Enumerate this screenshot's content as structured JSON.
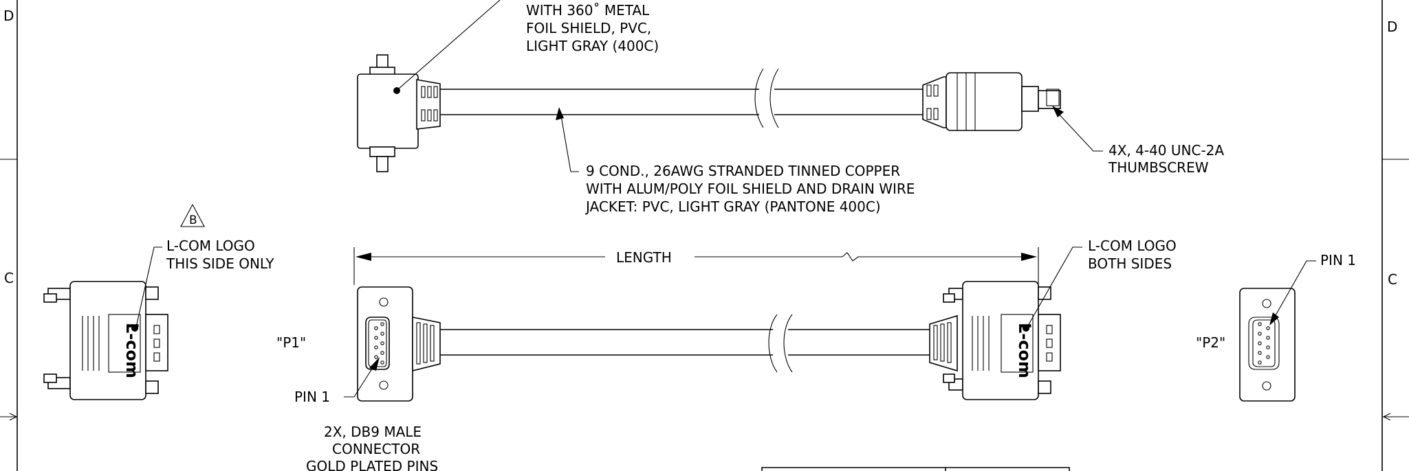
{
  "zones": {
    "left_top": "D",
    "left_bottom": "C",
    "right_top": "D",
    "right_bottom": "C"
  },
  "notes": {
    "jacket_line1": "WITH 360˚ METAL",
    "jacket_line2": "FOIL SHIELD, PVC,",
    "jacket_line3": "LIGHT GRAY (400C)",
    "cable_line1": "9 COND., 26AWG STRANDED TINNED COPPER",
    "cable_line2": "WITH ALUM/POLY FOIL SHIELD AND DRAIN WIRE",
    "cable_line3": "JACKET: PVC, LIGHT GRAY (PANTONE 400C)",
    "thumb_line1": "4X, 4-40 UNC-2A",
    "thumb_line2": "THUMBSCREW",
    "logo_left_line1": "L-COM LOGO",
    "logo_left_line2": "THIS SIDE ONLY",
    "logo_right_line1": "L-COM LOGO",
    "logo_right_line2": "BOTH SIDES",
    "length": "LENGTH",
    "p1": "\"P1\"",
    "p2": "\"P2\"",
    "pin1_left": "PIN 1",
    "pin1_right": "PIN 1",
    "db9_line1": "2X, DB9 MALE",
    "db9_line2": "CONNECTOR",
    "db9_line3": "GOLD PLATED PINS"
  },
  "revision_marker": "B",
  "logo_text": "L-com"
}
